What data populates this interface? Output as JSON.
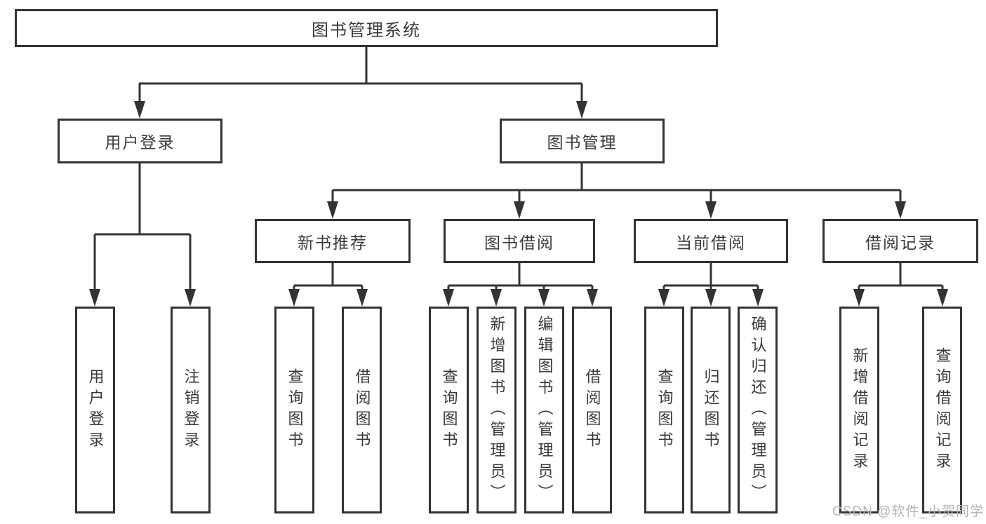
{
  "tree": {
    "label": "图书管理系统",
    "children": [
      {
        "label": "用户登录",
        "children": [
          {
            "label": "用户登录"
          },
          {
            "label": "注销登录"
          }
        ]
      },
      {
        "label": "图书管理",
        "children": [
          {
            "label": "新书推荐",
            "children": [
              {
                "label": "查询图书"
              },
              {
                "label": "借阅图书"
              }
            ]
          },
          {
            "label": "图书借阅",
            "children": [
              {
                "label": "查询图书"
              },
              {
                "label": "新增图书（管理员）"
              },
              {
                "label": "编辑图书（管理员）"
              },
              {
                "label": "借阅图书"
              }
            ]
          },
          {
            "label": "当前借阅",
            "children": [
              {
                "label": "查询图书"
              },
              {
                "label": "归还图书"
              },
              {
                "label": "确认归还（管理员）"
              }
            ]
          },
          {
            "label": "借阅记录",
            "children": [
              {
                "label": "新增借阅记录"
              },
              {
                "label": "查询借阅记录"
              }
            ]
          }
        ]
      }
    ]
  },
  "watermark": "CSDN @软件_小贺同学",
  "colors": {
    "line-color": "#333333",
    "text-color": "#3a3a3a",
    "watermark-color": "#b5b5b5",
    "bg": "#ffffff"
  }
}
